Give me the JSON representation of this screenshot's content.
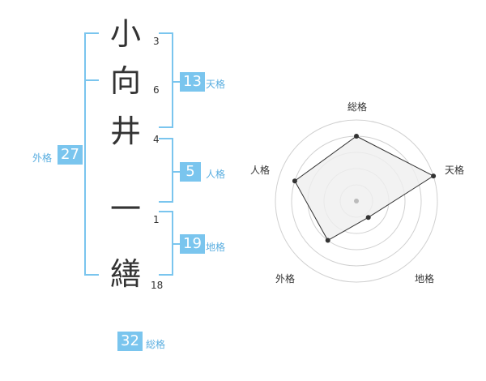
{
  "name": {
    "chars": [
      {
        "char": "小",
        "strokes": "3"
      },
      {
        "char": "向",
        "strokes": "6"
      },
      {
        "char": "井",
        "strokes": "4"
      },
      {
        "char": "一",
        "strokes": "1"
      },
      {
        "char": "繕",
        "strokes": "18"
      }
    ]
  },
  "kakusu": {
    "tenkaku": {
      "value": "13",
      "label": "天格"
    },
    "jinkaku": {
      "value": "5",
      "label": "人格"
    },
    "chikaku": {
      "value": "19",
      "label": "地格"
    },
    "gaikaku": {
      "value": "27",
      "label": "外格"
    },
    "soukaku": {
      "value": "32",
      "label": "総格"
    }
  },
  "chart_data": {
    "type": "radar",
    "axes": [
      "総格",
      "天格",
      "地格",
      "外格",
      "人格"
    ],
    "values": [
      0.8,
      1.0,
      0.25,
      0.6,
      0.8
    ],
    "rings": 5,
    "grid": true,
    "colors": {
      "fill": "#efefef",
      "line": "#333333",
      "grid": "#d0d0d0"
    }
  }
}
